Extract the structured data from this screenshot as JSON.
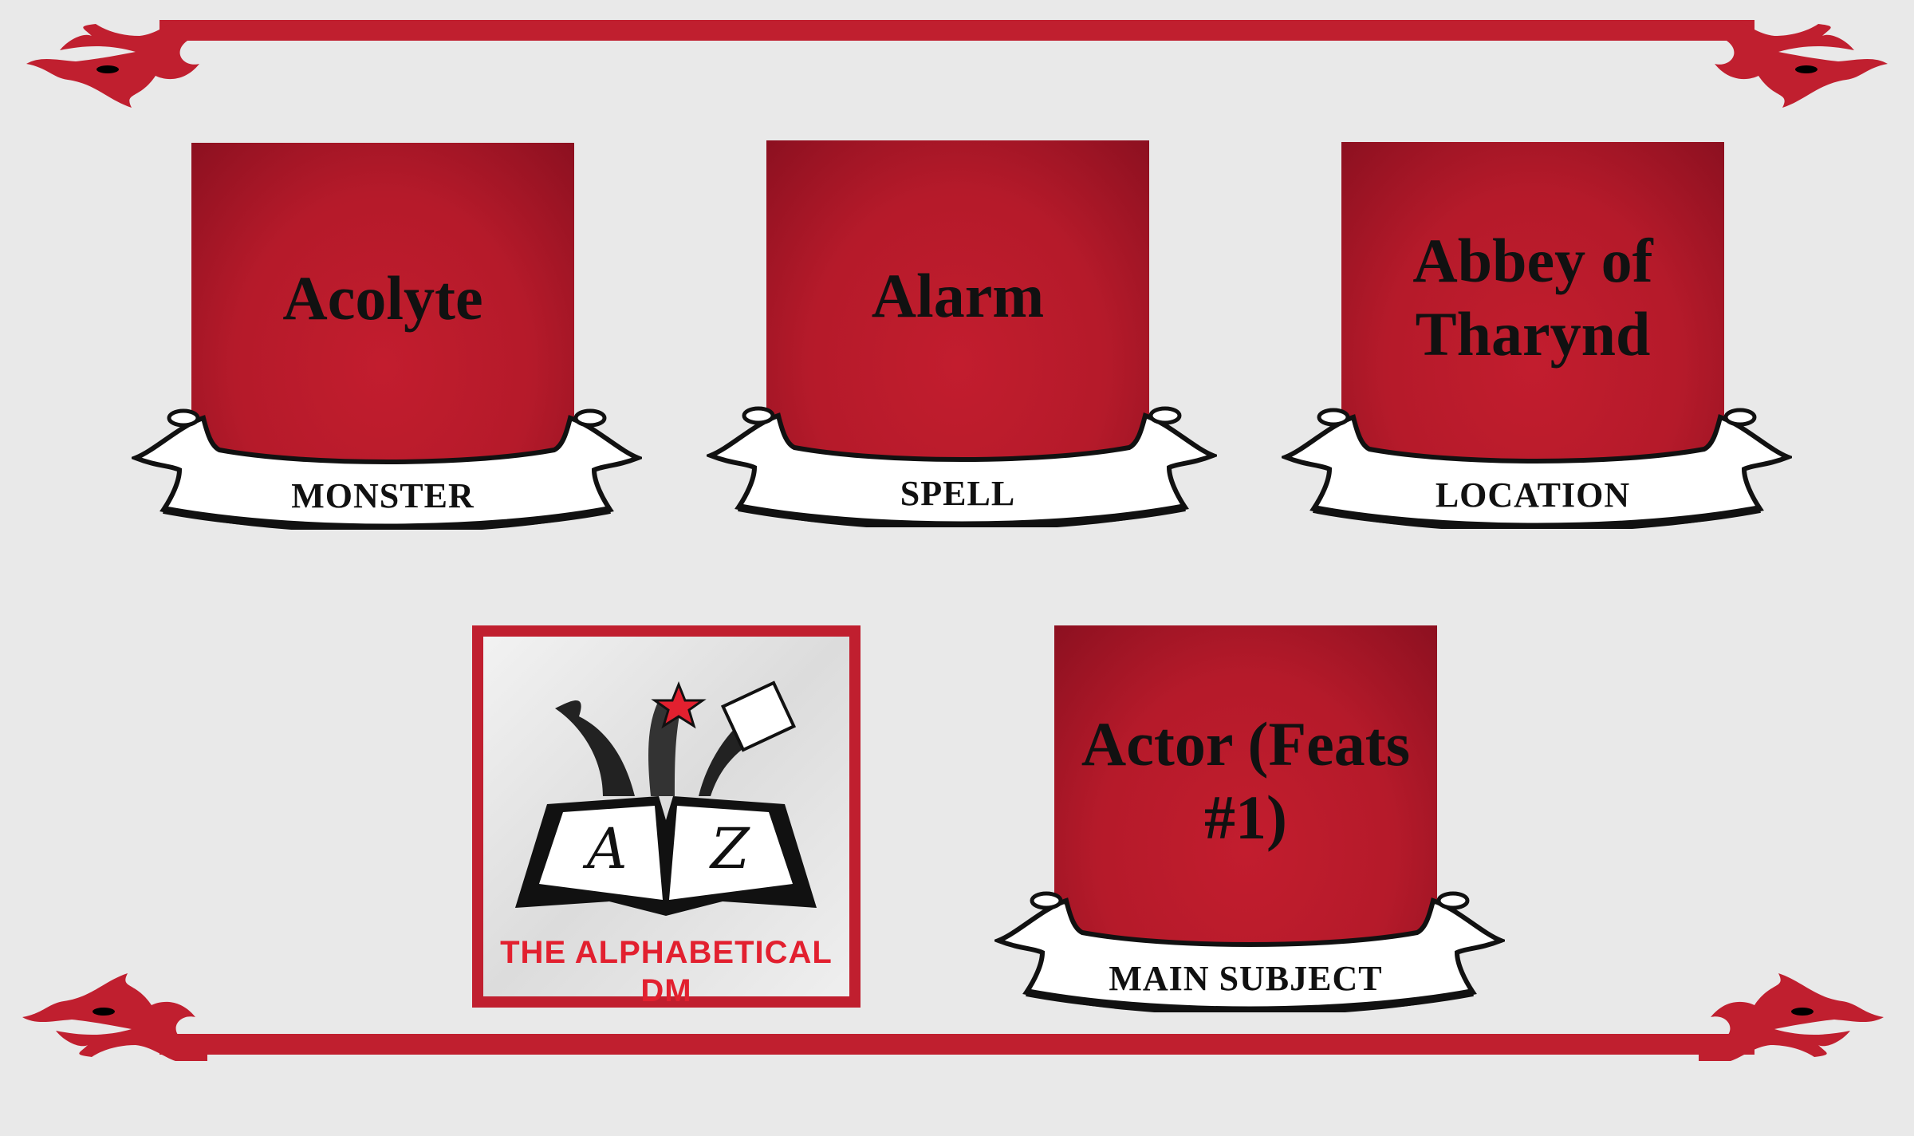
{
  "colors": {
    "accent": "#c01f2f",
    "background": "#e9e9e9"
  },
  "cards": [
    {
      "title": "Acolyte",
      "category": "MONSTER"
    },
    {
      "title": "Alarm",
      "category": "SPELL"
    },
    {
      "title": "Abbey of Tharynd",
      "category": "LOCATION"
    },
    {
      "title": "Actor (Feats #1)",
      "category": "MAIN SUBJECT"
    }
  ],
  "logo": {
    "text": "THE ALPHABETICAL DM",
    "letters": [
      "A",
      "Z"
    ]
  }
}
